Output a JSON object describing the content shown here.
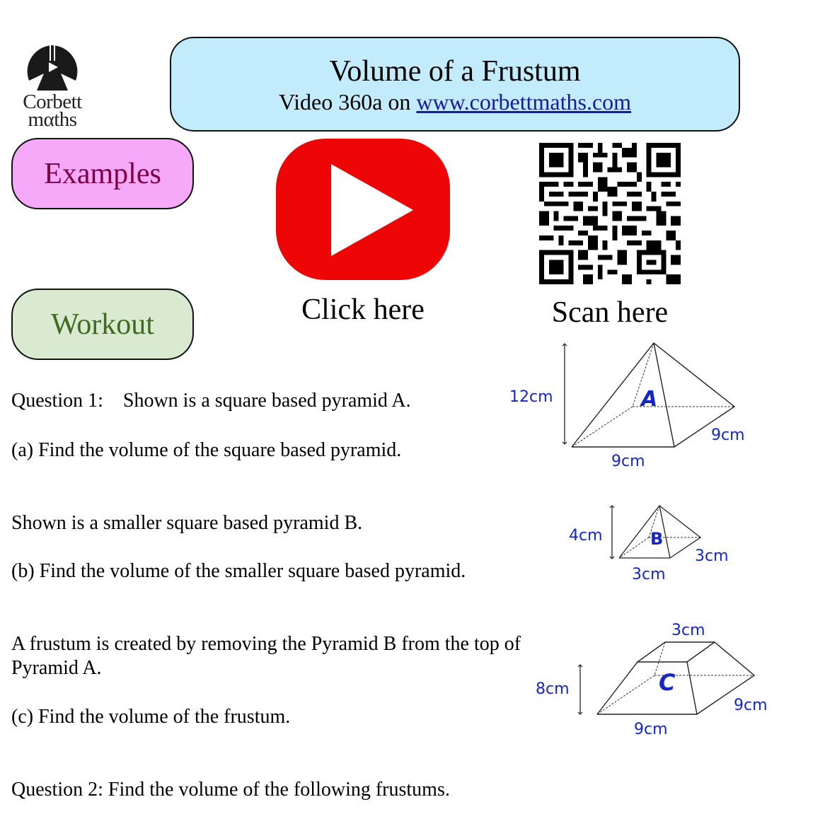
{
  "logo": {
    "line1": "Corbett",
    "line2": "mαths"
  },
  "header": {
    "title": "Volume of a Frustum",
    "subtitle_prefix": "Video 360a on ",
    "link_text": "www.corbettmaths.com"
  },
  "buttons": {
    "examples": "Examples",
    "workout": "Workout",
    "video_caption": "Click here",
    "qr_caption": "Scan here"
  },
  "colors": {
    "title_bg": "#c2ebfb",
    "examples_bg": "#f5a9f8",
    "examples_text": "#7d0045",
    "workout_bg": "#d9ead0",
    "workout_text": "#3e6b1f",
    "video_red": "#ee0606",
    "label_blue": "#1426c8"
  },
  "question1": {
    "number": "Question 1:",
    "intro": "Shown is a square based pyramid A.",
    "part_a": "(a)  Find the volume of the square based pyramid.",
    "part_b_intro": "Shown is a smaller square based pyramid B.",
    "part_b": "(b)  Find the volume of the smaller square based pyramid.",
    "part_c_intro": "A frustum is created by removing the Pyramid B from the top of Pyramid A.",
    "part_c": "(c)  Find the volume of the frustum."
  },
  "question2": {
    "text": "Question 2:  Find the volume of the following frustums."
  },
  "diagrams": {
    "pyramid_a": {
      "label": "A",
      "height": "12cm",
      "base": "9cm",
      "depth": "9cm"
    },
    "pyramid_b": {
      "label": "B",
      "height": "4cm",
      "base": "3cm",
      "depth": "3cm"
    },
    "frustum_c": {
      "label": "C",
      "height": "8cm",
      "top": "3cm",
      "base": "9cm",
      "depth": "9cm"
    }
  }
}
